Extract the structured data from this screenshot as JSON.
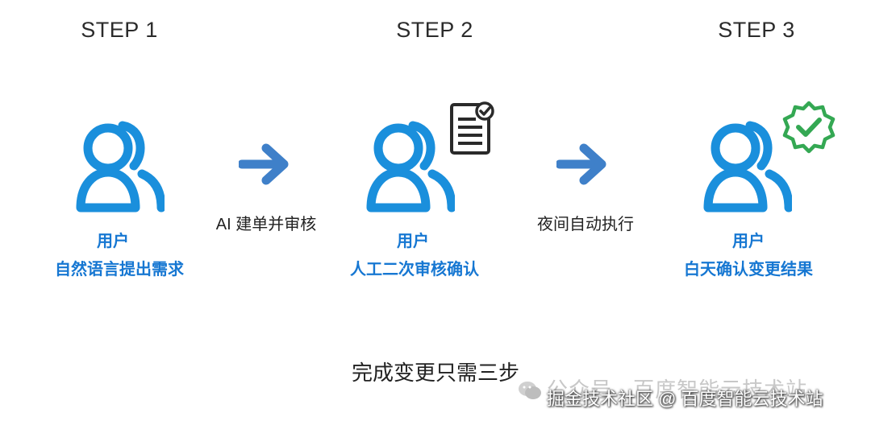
{
  "steps": [
    {
      "title": "STEP 1",
      "role": "用户",
      "action": "自然语言提出需求"
    },
    {
      "title": "STEP 2",
      "role": "用户",
      "action": "人工二次审核确认"
    },
    {
      "title": "STEP 3",
      "role": "用户",
      "action": "白天确认变更结果"
    }
  ],
  "arrows": [
    {
      "label": "AI 建单并审核"
    },
    {
      "label": "夜间自动执行"
    }
  ],
  "footer": {
    "title": "完成变更只需三步"
  },
  "watermark": {
    "wechat": "公众号 · 百度智能云技术站",
    "juejin": "掘金技术社区 @ 百度智能云技术站"
  },
  "icons": {
    "user": "users-icon",
    "document": "document-check-icon",
    "verified": "verified-badge-icon",
    "arrow": "arrow-right-icon"
  },
  "colors": {
    "icon_blue": "#1a8fdc",
    "label_blue": "#1677d2",
    "arrow_blue": "#3f80c9",
    "badge_green": "#34a853"
  }
}
